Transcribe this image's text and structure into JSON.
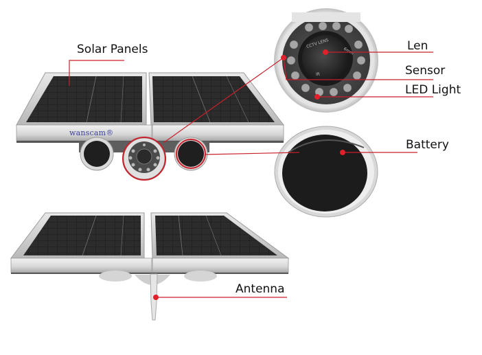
{
  "diagram": {
    "subject": "Solar-powered wireless IP camera",
    "brand_label": "wanscam®",
    "accent_color": "#c8202a",
    "callouts": [
      {
        "id": "solar-panels",
        "label": "Solar Panels"
      },
      {
        "id": "len",
        "label": "Len"
      },
      {
        "id": "sensor",
        "label": "Sensor"
      },
      {
        "id": "led-light",
        "label": "LED Light"
      },
      {
        "id": "battery",
        "label": "Battery"
      },
      {
        "id": "antenna",
        "label": "Antenna"
      }
    ]
  }
}
